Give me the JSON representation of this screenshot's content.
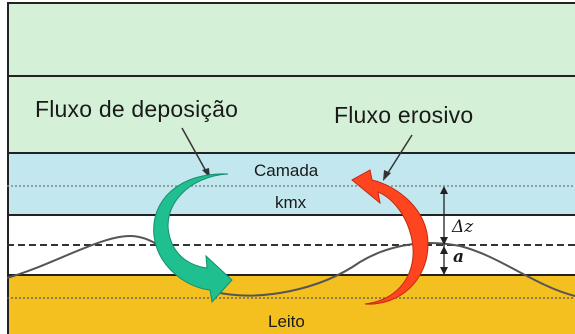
{
  "labels": {
    "deposition_flux": "Fluxo de deposição",
    "erosive_flux": "Fluxo erosivo",
    "layer_line1": "Camada",
    "layer_line2": "kmx",
    "delta_z": "Δz",
    "a": "a",
    "bed": "Leito"
  },
  "colors": {
    "upper_layers": "#d4f0d6",
    "active_layer": "#c3e7ee",
    "white_zone": "#ffffff",
    "bed": "#f4c020",
    "deposition_arrow": "#1fbf8f",
    "erosive_arrow": "#ff4520",
    "lines": "#222222"
  },
  "icons": {
    "deposition_arrow": "curved-arrow-down-icon",
    "erosive_arrow": "curved-arrow-up-icon"
  }
}
